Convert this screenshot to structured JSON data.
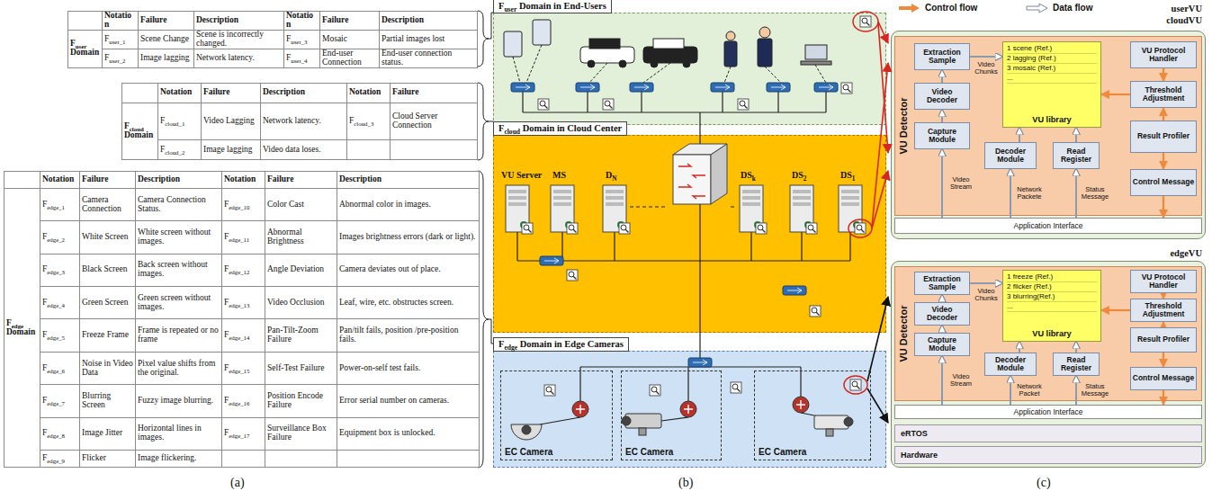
{
  "diagram": {
    "nodes": [
      {
        "text": [
          "Fuser Domain in End-Users"
        ]
      },
      {
        "text": [
          "Fcloud Domain in Cloud Center"
        ]
      },
      {
        "text": [
          "Fedge Domain in Edge Cameras"
        ]
      },
      {
        "text": [
          "EC Camera"
        ],
        "in": 2
      },
      {
        "text": [
          "EC Camera"
        ],
        "in": 2
      },
      {
        "text": [
          "EC Camera"
        ],
        "in": 2
      },
      {
        "text": [
          "userVU cloudVU"
        ]
      },
      {
        "text": [
          "VU Detector"
        ],
        "in": 6
      },
      {
        "text": [
          "Extraction Sample"
        ],
        "in": 7
      },
      {
        "text": [
          "Video Decoder"
        ],
        "in": 7
      },
      {
        "text": [
          "Capture Module"
        ],
        "in": 7
      },
      {
        "text": [
          "1 scene (Ref.)",
          "2 lagging (Ref.)",
          "3 mosaic (Ref.)",
          "...",
          "VU library"
        ],
        "in": 7
      },
      {
        "text": [
          "VU Protocol Handler"
        ],
        "in": 7
      },
      {
        "text": [
          "Threshold Adjustment"
        ],
        "in": 7
      },
      {
        "text": [
          "Result Profiler"
        ],
        "in": 7
      },
      {
        "text": [
          "Decoder Module"
        ],
        "in": 7
      },
      {
        "text": [
          "Read Register"
        ],
        "in": 7
      },
      {
        "text": [
          "Control Message"
        ],
        "in": 7
      },
      {
        "text": [
          "Application Interface"
        ],
        "in": 6
      },
      {
        "text": [
          "edgeVU"
        ]
      },
      {
        "text": [
          "VU Detector"
        ],
        "in": 19
      },
      {
        "text": [
          "Extraction Sample"
        ],
        "in": 20
      },
      {
        "text": [
          "Video Decoder"
        ],
        "in": 20
      },
      {
        "text": [
          "Capture Module"
        ],
        "in": 20
      },
      {
        "text": [
          "1 freeze (Ref.)",
          "2 flicker (Ref.)",
          "3 blurring(Ref.)",
          "...",
          "VU library"
        ],
        "in": 20
      },
      {
        "text": [
          "VU Protocol Handler"
        ],
        "in": 20
      },
      {
        "text": [
          "Threshold Adjustment"
        ],
        "in": 20
      },
      {
        "text": [
          "Result Profiler"
        ],
        "in": 20
      },
      {
        "text": [
          "Decoder Module"
        ],
        "in": 20
      },
      {
        "text": [
          "Read Register"
        ],
        "in": 20
      },
      {
        "text": [
          "Control Message"
        ],
        "in": 20
      },
      {
        "text": [
          "Application Interface"
        ],
        "in": 19
      },
      {
        "text": [
          "eRTOS"
        ],
        "in": 19
      },
      {
        "text": [
          "Hardware"
        ],
        "in": 19
      }
    ],
    "edges": [
      {
        "from": 10,
        "to": 9,
        "arrow": "to"
      },
      {
        "from": 9,
        "to": 8,
        "arrow": "to"
      },
      {
        "from": 8,
        "to": 11,
        "arrow": "to",
        "label": "Video Chunks"
      },
      {
        "from": 15,
        "to": 11,
        "arrow": "to"
      },
      {
        "from": 16,
        "to": 11,
        "arrow": "to"
      },
      {
        "from": 12,
        "to": 13,
        "arrow": "to"
      },
      {
        "from": 13,
        "to": 11,
        "arrow": "to"
      },
      {
        "from": 14,
        "to": 13,
        "arrow": "to"
      },
      {
        "from": 14,
        "to": 17,
        "arrow": "to"
      },
      {
        "from": 17,
        "to": 18,
        "arrow": "to"
      },
      {
        "from": 18,
        "to": 10,
        "arrow": "to",
        "label": "Video Stream"
      },
      {
        "from": 18,
        "to": 15,
        "arrow": "to",
        "label": "Network Packete"
      },
      {
        "from": 18,
        "to": 16,
        "arrow": "to",
        "label": "Status Message"
      },
      {
        "from": 23,
        "to": 22,
        "arrow": "to"
      },
      {
        "from": 22,
        "to": 21,
        "arrow": "to"
      },
      {
        "from": 21,
        "to": 24,
        "arrow": "to",
        "label": "Video Chunks"
      },
      {
        "from": 28,
        "to": 24,
        "arrow": "to"
      },
      {
        "from": 29,
        "to": 24,
        "arrow": "to"
      },
      {
        "from": 25,
        "to": 26,
        "arrow": "to"
      },
      {
        "from": 26,
        "to": 24,
        "arrow": "to"
      },
      {
        "from": 27,
        "to": 26,
        "arrow": "to"
      },
      {
        "from": 27,
        "to": 30,
        "arrow": "to"
      },
      {
        "from": 30,
        "to": 31,
        "arrow": "to"
      },
      {
        "from": 31,
        "to": 23,
        "arrow": "to",
        "label": "Video Stream"
      },
      {
        "from": 31,
        "to": 28,
        "arrow": "to",
        "label": "Network Packet"
      },
      {
        "from": 31,
        "to": 29,
        "arrow": "to",
        "label": "Status Message"
      }
    ],
    "labels": [
      "Notation",
      "Failure",
      "Description",
      "Notation",
      "Failure",
      "Description",
      "Fuser Domain",
      "Fuser_1",
      "Scene Change",
      "Scene is incorrectly changed.",
      "Fuser_3",
      "Mosaic",
      "Partial images lost",
      "Fuser_2",
      "Image lagging",
      "Network latency.",
      "Fuser_4",
      "End-user Connection",
      "End-user connection status.",
      "Notation",
      "Failure",
      "Description",
      "Notation",
      "Failure",
      "Fcloud Domain",
      "Fcloud_1",
      "Video Lagging",
      "Network latency.",
      "Fcloud_3",
      "Cloud Server Connection",
      "Fcloud_2",
      "Image lagging",
      "Video data loses.",
      "Notation",
      "Failure",
      "Description",
      "Notation",
      "Failure",
      "Description",
      "Fedge Domain",
      "Fedge_1",
      "Camera Connection",
      "Camera Connection Status.",
      "Fedge_10",
      "Color Cast",
      "Abnormal color in images.",
      "Fedge_2",
      "White Screen",
      "White screen without images.",
      "Fedge_11",
      "Abnormal Brightness",
      "Images brightness errors (dark or light).",
      "Fedge_3",
      "Black Screen",
      "Back screen without images.",
      "Fedge_12",
      "Angle Deviation",
      "Camera deviates out of place.",
      "Fedge_4",
      "Green Screen",
      "Green screen without images.",
      "Fedge_13",
      "Video Occlusion",
      "Leaf, wire, etc. obstructes screen.",
      "Fedge_5",
      "Freeze Frame",
      "Frame is repeated or no frame",
      "Fedge_14",
      "Pan-Tilt-Zoom Failure",
      "Pan/tilt fails, position /pre-position fails.",
      "Fedge_6",
      "Noise in Video Data",
      "Pixel value shifts from the original.",
      "Fedge_15",
      "Self-Test Failure",
      "Power-on-self test fails.",
      "Fedge_7",
      "Blurring Screen",
      "Fuzzy image blurring.",
      "Fedge_16",
      "Position Encode Failure",
      "Error serial number on cameras.",
      "Fedge_8",
      "Image Jitter",
      "Horizontal lines in images.",
      "Fedge_17",
      "Surveillance Box Failure",
      "Equipment box is unlocked.",
      "Fedge_9",
      "Flicker",
      "Image flickering.",
      "VU Server",
      "MS",
      "DN",
      "DSk",
      "DS2",
      "DS1",
      "(a)",
      "(b)",
      "(c)"
    ],
    "legend": [
      {
        "text": "Control flow"
      },
      {
        "text": "Data flow"
      }
    ]
  }
}
